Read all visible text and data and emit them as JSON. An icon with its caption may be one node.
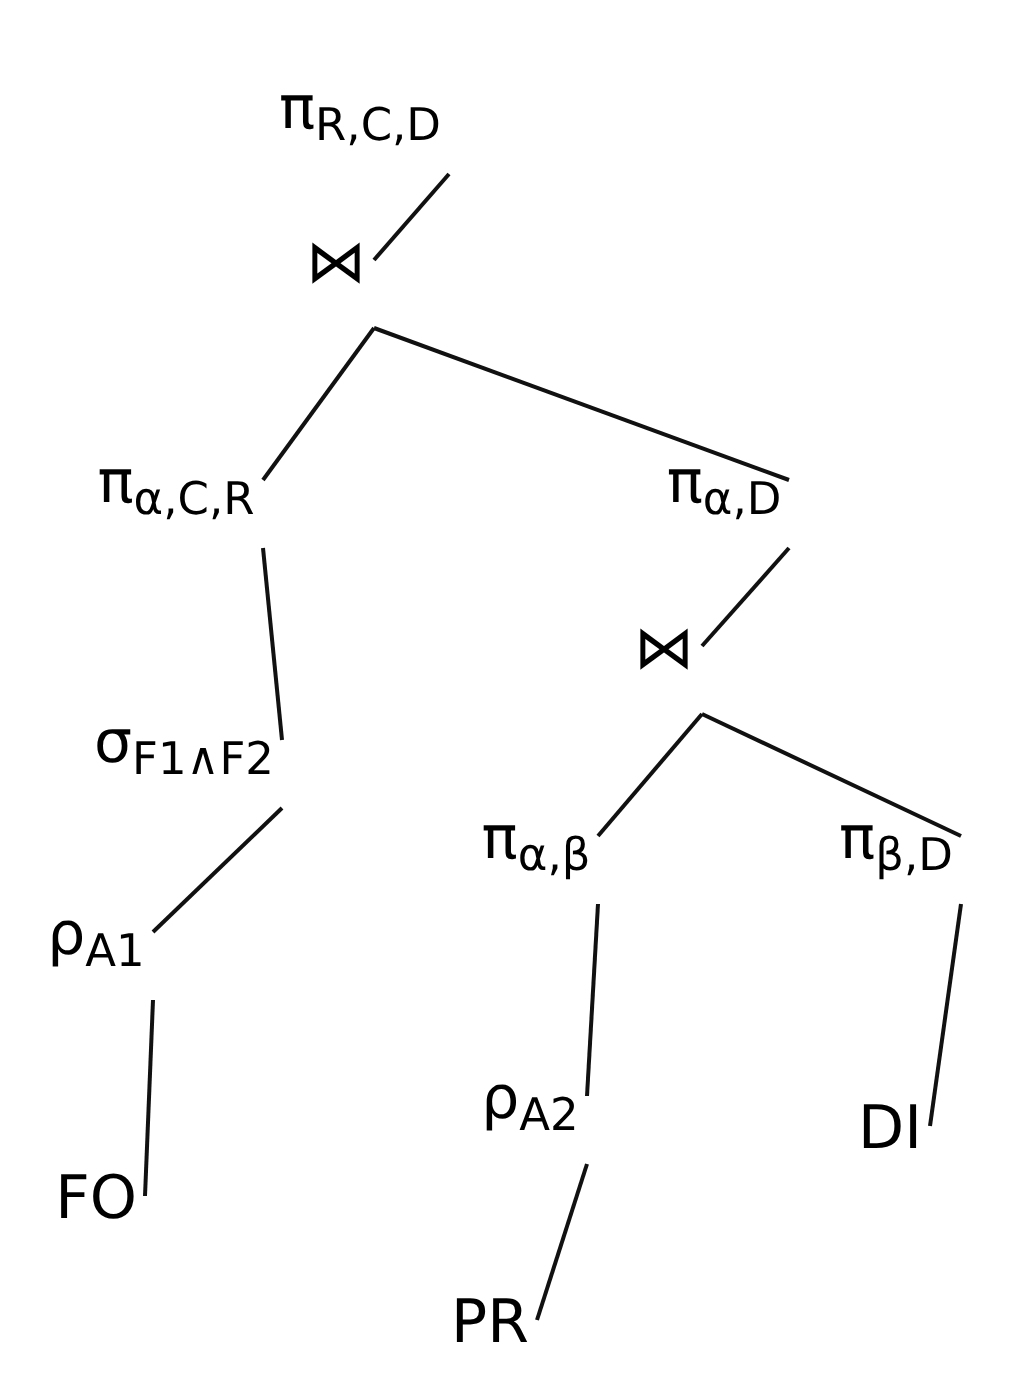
{
  "diagram": {
    "nodes": [
      {
        "text": [
          "π$_{R,C,D}$"
        ]
      },
      {
        "text": [
          "⋈"
        ]
      },
      {
        "text": [
          "π$_{α,C,R}$"
        ]
      },
      {
        "text": [
          "π$_{α,D}$"
        ]
      },
      {
        "text": [
          "σ$_{F1∧F2}$"
        ]
      },
      {
        "text": [
          "⋈"
        ]
      },
      {
        "text": [
          "ρ$_{A1}$"
        ]
      },
      {
        "text": [
          "π$_{α,β}$"
        ]
      },
      {
        "text": [
          "π$_{β,D}$"
        ]
      },
      {
        "text": [
          "FO"
        ]
      },
      {
        "text": [
          "ρ$_{A2}$"
        ]
      },
      {
        "text": [
          "DI"
        ]
      },
      {
        "text": [
          "PR"
        ]
      }
    ],
    "edges": [
      {
        "from": 0,
        "to": 1,
        "arrow": "none"
      },
      {
        "from": 1,
        "to": 2,
        "arrow": "none"
      },
      {
        "from": 1,
        "to": 3,
        "arrow": "none"
      },
      {
        "from": 2,
        "to": 4,
        "arrow": "none"
      },
      {
        "from": 4,
        "to": 6,
        "arrow": "none"
      },
      {
        "from": 6,
        "to": 9,
        "arrow": "none"
      },
      {
        "from": 3,
        "to": 5,
        "arrow": "none"
      },
      {
        "from": 5,
        "to": 7,
        "arrow": "none"
      },
      {
        "from": 5,
        "to": 8,
        "arrow": "none"
      },
      {
        "from": 7,
        "to": 10,
        "arrow": "none"
      },
      {
        "from": 10,
        "to": 12,
        "arrow": "none"
      },
      {
        "from": 8,
        "to": 11,
        "arrow": "none"
      }
    ]
  }
}
